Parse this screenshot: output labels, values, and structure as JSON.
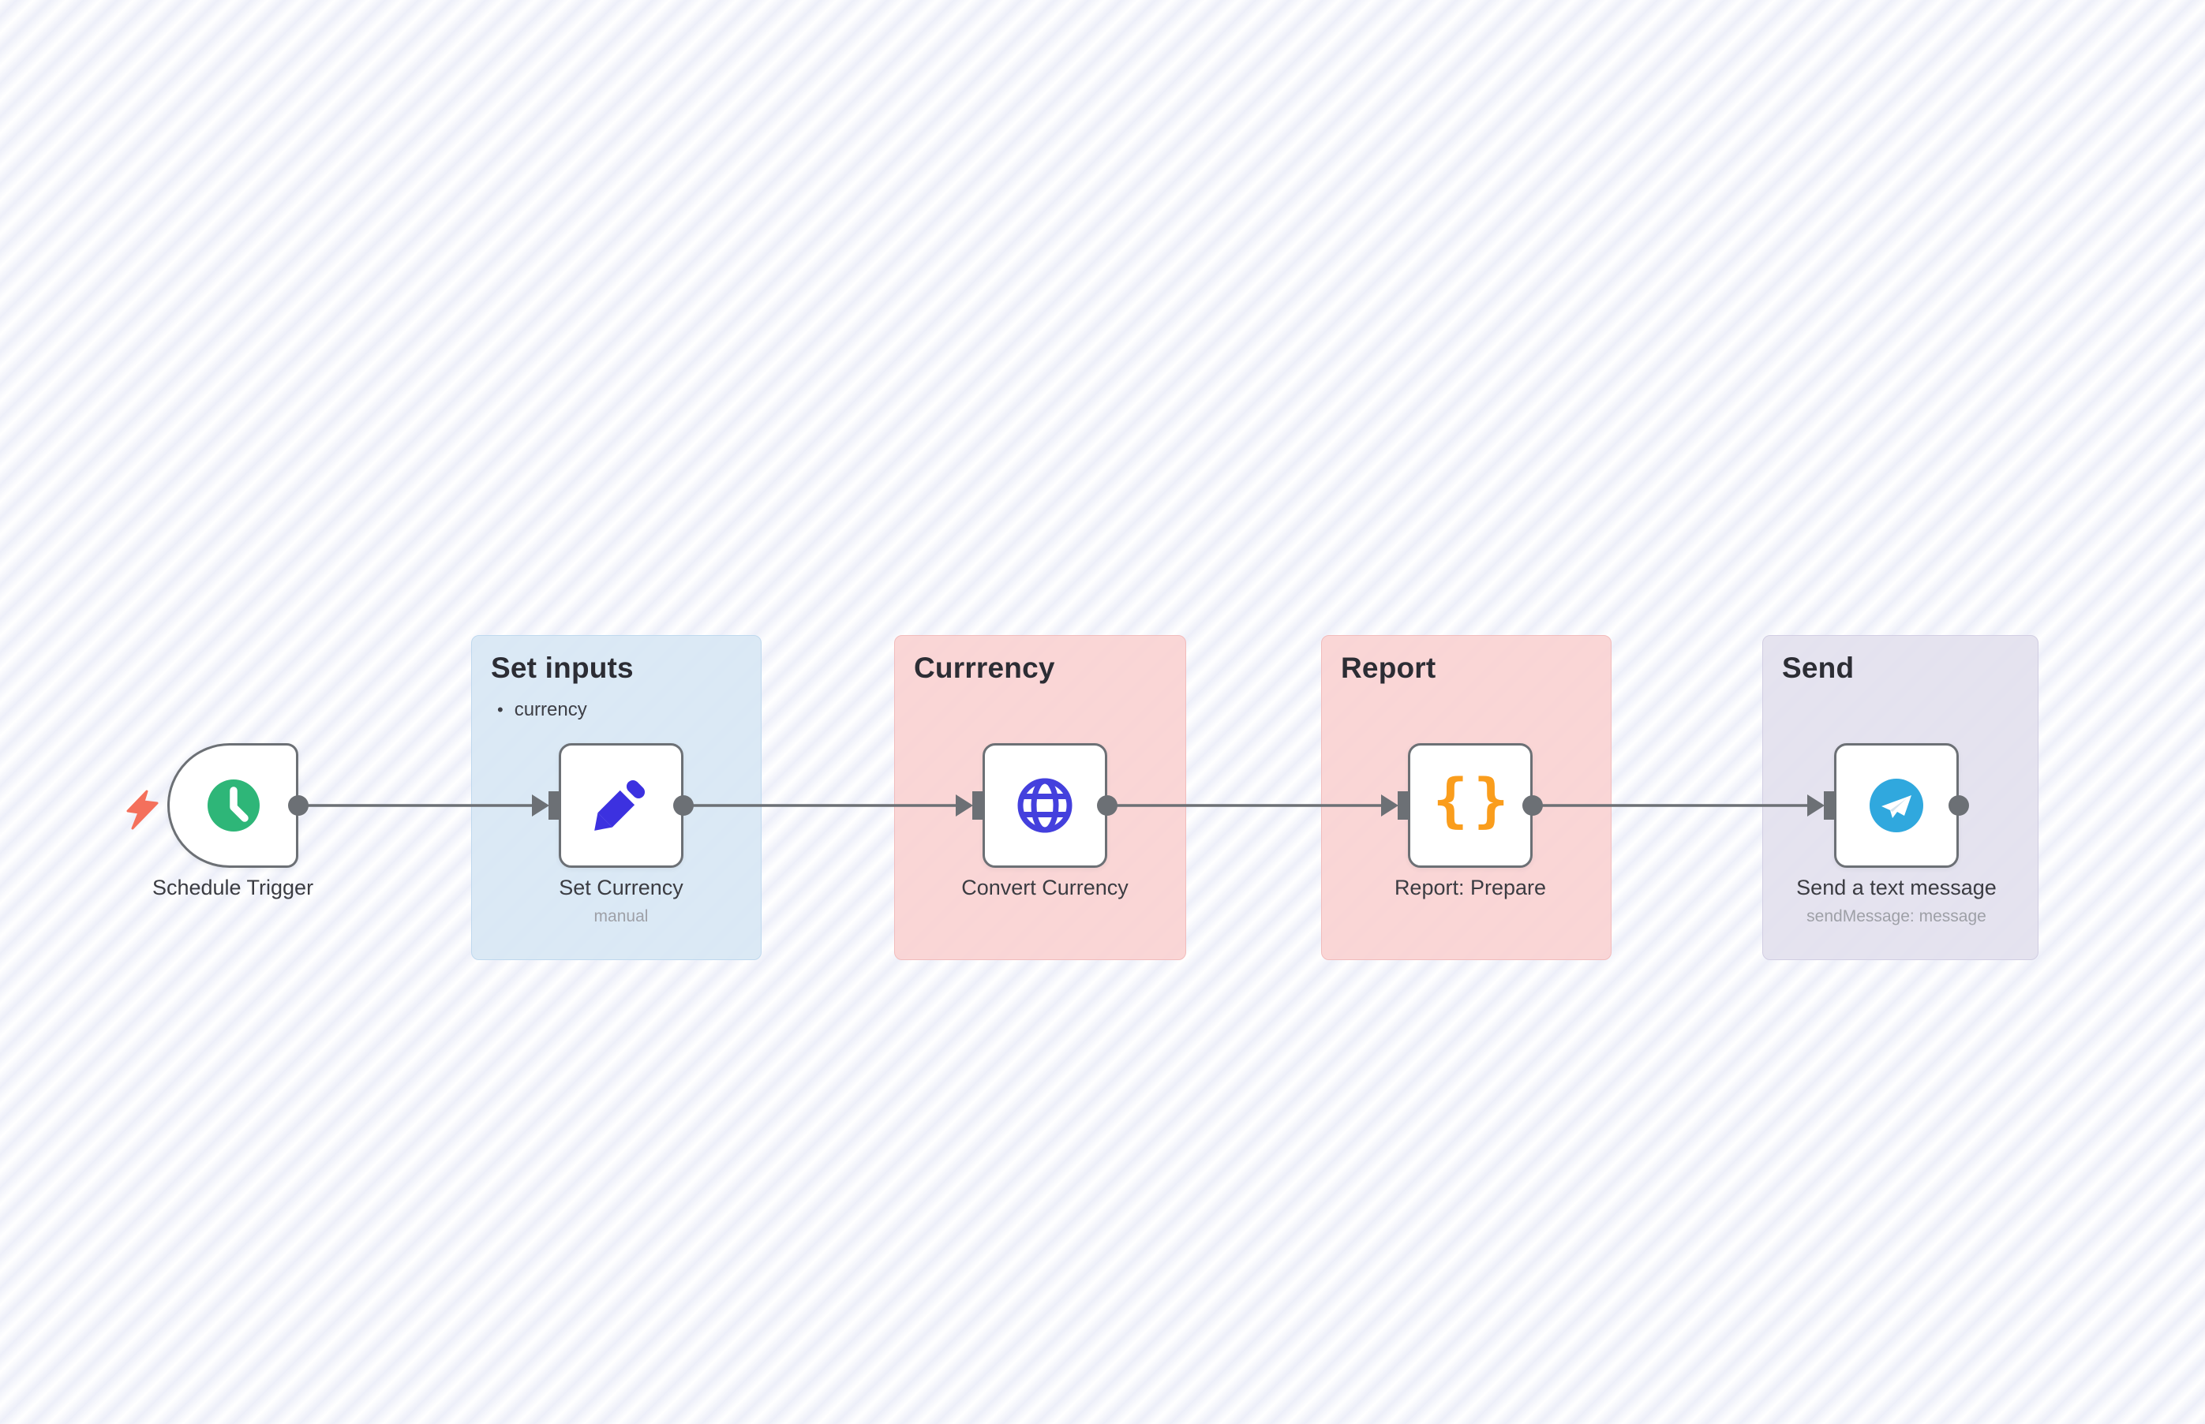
{
  "canvas": {
    "background_color": "#ffffff",
    "stripe_color": "#edeff9"
  },
  "groups": [
    {
      "title": "Set inputs",
      "items": [
        "currency"
      ],
      "bg_color": "#d8e7f4",
      "border_color": "#bfd9ee"
    },
    {
      "title": "Currrency",
      "items": [],
      "bg_color": "#fad3d3",
      "border_color": "#f2bcbc"
    },
    {
      "title": "Report",
      "items": [],
      "bg_color": "#fad3d3",
      "border_color": "#f2bcbc"
    },
    {
      "title": "Send",
      "items": [],
      "bg_color": "#e3e1ee",
      "border_color": "#d2cee3"
    }
  ],
  "nodes": [
    {
      "label": "Schedule Trigger",
      "subtitle": "",
      "icon": "clock-icon",
      "icon_color": "#2eb678",
      "type": "trigger"
    },
    {
      "label": "Set Currency",
      "subtitle": "manual",
      "icon": "pencil-icon",
      "icon_color": "#3c31e0",
      "type": "action"
    },
    {
      "label": "Convert Currency",
      "subtitle": "",
      "icon": "globe-icon",
      "icon_color": "#4440dd",
      "type": "action"
    },
    {
      "label": "Report: Prepare",
      "subtitle": "",
      "icon": "curly-braces-icon",
      "icon_glyph": "{}",
      "icon_color": "#fa9d1c",
      "type": "action"
    },
    {
      "label": "Send a text message",
      "subtitle": "sendMessage: message",
      "icon": "telegram-icon",
      "icon_color": "#30a8de",
      "type": "action"
    }
  ],
  "connections": {
    "count": 4,
    "color": "#6c7075"
  },
  "indicators": {
    "instant_trigger_bolt_color": "#f4705c"
  }
}
